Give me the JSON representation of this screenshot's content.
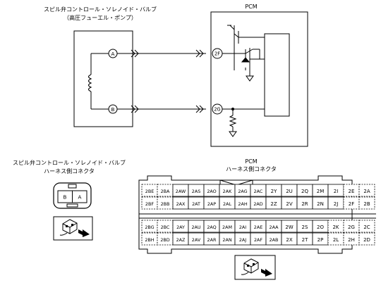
{
  "solenoid_label_line1": "スピル弁コントロール・ソレノイド・バルブ",
  "solenoid_label_line2": "（高圧フューエル・ポンプ）",
  "pcm_label": "PCM",
  "wire_terminal_a": "A",
  "wire_terminal_b": "B",
  "pcm_terminal_top": "2F",
  "pcm_terminal_bottom": "2G",
  "lower_solenoid_label_line1": "スピル弁コントロール・ソレノイド・バルブ",
  "lower_solenoid_label_line2": "ハーネス側コネクタ",
  "connector_pins": [
    "B",
    "A"
  ],
  "lower_pcm_label_line1": "PCM",
  "lower_pcm_label_line2": "ハーネス側コネクタ",
  "pcm_rows": [
    [
      "2BE",
      "2BA",
      "2AW",
      "2AS",
      "2AO",
      "2AK",
      "2AG",
      "2AC",
      "2Y",
      "2U",
      "2Q",
      "2M",
      "2I",
      "2E",
      "2A"
    ],
    [
      "2BF",
      "2BB",
      "2AX",
      "2AT",
      "2AP",
      "2AL",
      "2AH",
      "2AD",
      "2Z",
      "2V",
      "2R",
      "2N",
      "2J",
      "2F",
      "2B"
    ],
    [
      "2BG",
      "2BC",
      "2AY",
      "2AU",
      "2AQ",
      "2AM",
      "2AI",
      "2AE",
      "2AA",
      "2W",
      "2S",
      "2O",
      "2K",
      "2G",
      "2C"
    ],
    [
      "2BH",
      "2BD",
      "2AZ",
      "2AV",
      "2AR",
      "2AN",
      "2AJ",
      "2AF",
      "2AB",
      "2X",
      "2T",
      "2P",
      "2L",
      "2H",
      "2D"
    ]
  ]
}
